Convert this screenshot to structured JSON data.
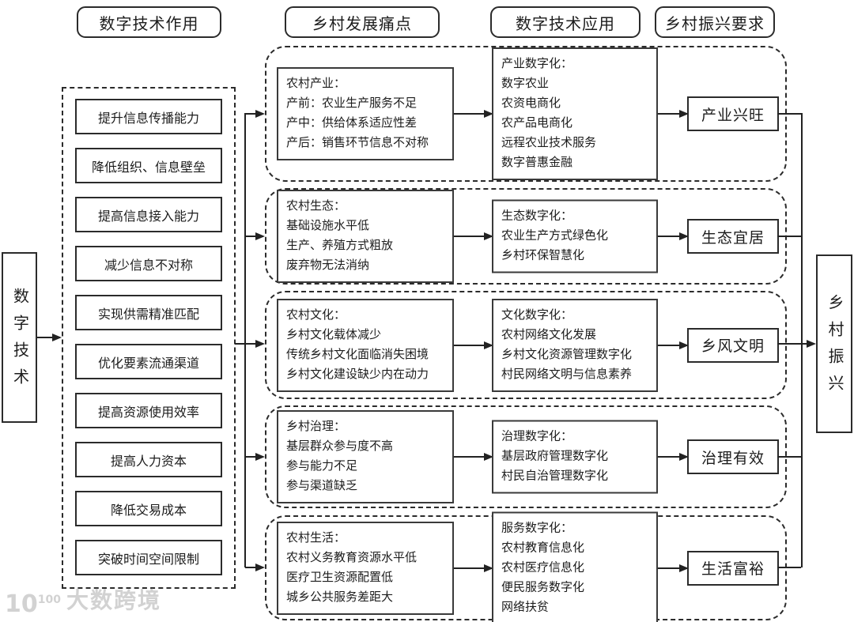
{
  "headers": {
    "tech_role": "数字技术作用",
    "pain_points": "乡村发展痛点",
    "tech_application": "数字技术应用",
    "revitalization_req": "乡村振兴要求"
  },
  "source": {
    "label": "数字技术"
  },
  "sink": {
    "label": "乡村振兴"
  },
  "tech_roles": [
    "提升信息传播能力",
    "降低组织、信息壁垒",
    "提高信息接入能力",
    "减少信息不对称",
    "实现供需精准匹配",
    "优化要素流通渠道",
    "提高资源使用效率",
    "提高人力资本",
    "降低交易成本",
    "突破时间空间限制"
  ],
  "rows": [
    {
      "pain": {
        "title": "农村产业：",
        "lines": [
          "产前：农业生产服务不足",
          "产中：供给体系适应性差",
          "产后：销售环节信息不对称"
        ]
      },
      "app": {
        "title": "产业数字化：",
        "lines": [
          "数字农业",
          "农资电商化",
          "农产品电商化",
          "远程农业技术服务",
          "数字普惠金融"
        ]
      },
      "req": "产业兴旺"
    },
    {
      "pain": {
        "title": "农村生态：",
        "lines": [
          "基础设施水平低",
          "生产、养殖方式粗放",
          "废弃物无法消纳"
        ]
      },
      "app": {
        "title": "生态数字化：",
        "lines": [
          "农业生产方式绿色化",
          "乡村环保智慧化"
        ]
      },
      "req": "生态宜居"
    },
    {
      "pain": {
        "title": "农村文化：",
        "lines": [
          "乡村文化载体减少",
          "传统乡村文化面临消失困境",
          "乡村文化建设缺少内在动力"
        ]
      },
      "app": {
        "title": "文化数字化：",
        "lines": [
          "农村网络文化发展",
          "乡村文化资源管理数字化",
          "村民网络文明与信息素养"
        ]
      },
      "req": "乡风文明"
    },
    {
      "pain": {
        "title": "乡村治理：",
        "lines": [
          "基层群众参与度不高",
          "参与能力不足",
          "参与渠道缺乏"
        ]
      },
      "app": {
        "title": "治理数字化：",
        "lines": [
          "基层政府管理数字化",
          "村民自治管理数字化"
        ]
      },
      "req": "治理有效"
    },
    {
      "pain": {
        "title": "农村生活：",
        "lines": [
          "农村义务教育资源水平低",
          "医疗卫生资源配置低",
          "城乡公共服务差距大"
        ]
      },
      "app": {
        "title": "服务数字化：",
        "lines": [
          "农村教育信息化",
          "农村医疗信息化",
          "便民服务数字化",
          "网络扶贫"
        ]
      },
      "req": "生活富裕"
    }
  ],
  "watermark": {
    "logo_base": "10",
    "logo_exp": "100",
    "text": "大数跨境"
  },
  "colors": {
    "ink": "#222222",
    "box_border": "#2b2b2b",
    "watermark": "#d2d2d2",
    "background": "#ffffff"
  }
}
